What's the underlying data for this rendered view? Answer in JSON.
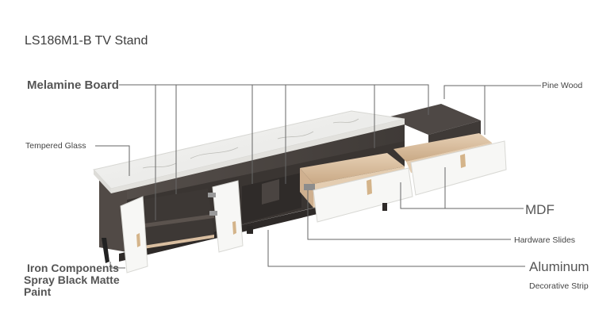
{
  "title": "LS186M1-B TV Stand",
  "labels": {
    "melamine_board": "Melamine Board",
    "tempered_glass": "Tempered Glass",
    "pine_wood": "Pine Wood",
    "mdf": "MDF",
    "hardware_slides": "Hardware Slides",
    "iron_components": "Iron Components",
    "spray_paint_line1": "Spray Black Matte",
    "spray_paint_line2": "Paint",
    "aluminum": "Aluminum",
    "decorative_strip": "Decorative Strip"
  },
  "colors": {
    "marble_top": "#f1f1ef",
    "dark_wood": "#4b4542",
    "white_panel": "#f7f7f5",
    "light_wood": "#d9bea0",
    "gold_handle": "#d4b48a",
    "leader_line": "#666666"
  }
}
